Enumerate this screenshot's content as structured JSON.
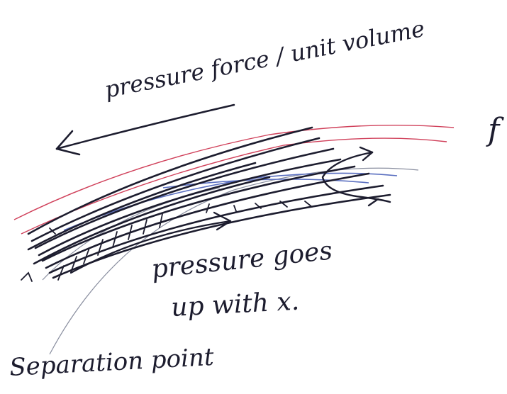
{
  "labels": {
    "pressure_force": "pressure force / unit volume",
    "f_mark": "f",
    "pressure_goes_line1": "pressure goes",
    "pressure_goes_line2": "up with x.",
    "separation_point": "Separation point"
  },
  "colors": {
    "ink": "#1c1c2e",
    "red": "#d0405a",
    "blue": "#5a6fc0",
    "grey": "#8a8fa0",
    "background": "#ffffff"
  }
}
